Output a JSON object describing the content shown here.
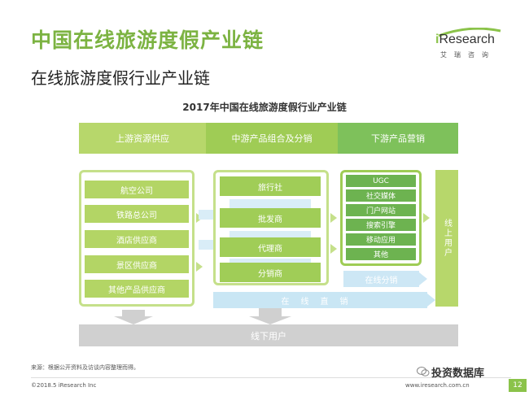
{
  "header": {
    "main_title": "中国在线旅游度假产业链",
    "sub_title": "在线旅游度假行业产业链"
  },
  "logo": {
    "name_prefix": "i",
    "name_rest": "Research",
    "tagline": "艾瑞咨询"
  },
  "diagram": {
    "title": "2017年中国在线旅游度假行业产业链",
    "stages": [
      "上游资源供应",
      "中游产品组合及分销",
      "下游产品营销"
    ],
    "upstream": [
      "航空公司",
      "铁路总公司",
      "酒店供应商",
      "景区供应商",
      "其他产品供应商"
    ],
    "midstream": [
      "旅行社",
      "批发商",
      "代理商",
      "分销商"
    ],
    "downstream": [
      "UGC",
      "社交媒体",
      "门户网站",
      "搜索引擎",
      "移动应用",
      "其他"
    ],
    "online_distribution": "在线分销",
    "online_direct": "在线直销",
    "online_user": "线上用户",
    "offline_user": "线下用户"
  },
  "footer": {
    "source": "来源：根据公开资料及访谈内容整理而得。",
    "copyright": "©2018.5 iResearch Inc",
    "website": "www.iresearch.com.cn",
    "wechat": "投资数据库",
    "page": "12"
  },
  "colors": {
    "brand_green": "#7cb342",
    "upstream_green": "#b3d565",
    "midstream_green": "#a0cd57",
    "downstream_green": "#6db350",
    "light_blue": "#d9edf7",
    "gray": "#d0d0d0"
  }
}
